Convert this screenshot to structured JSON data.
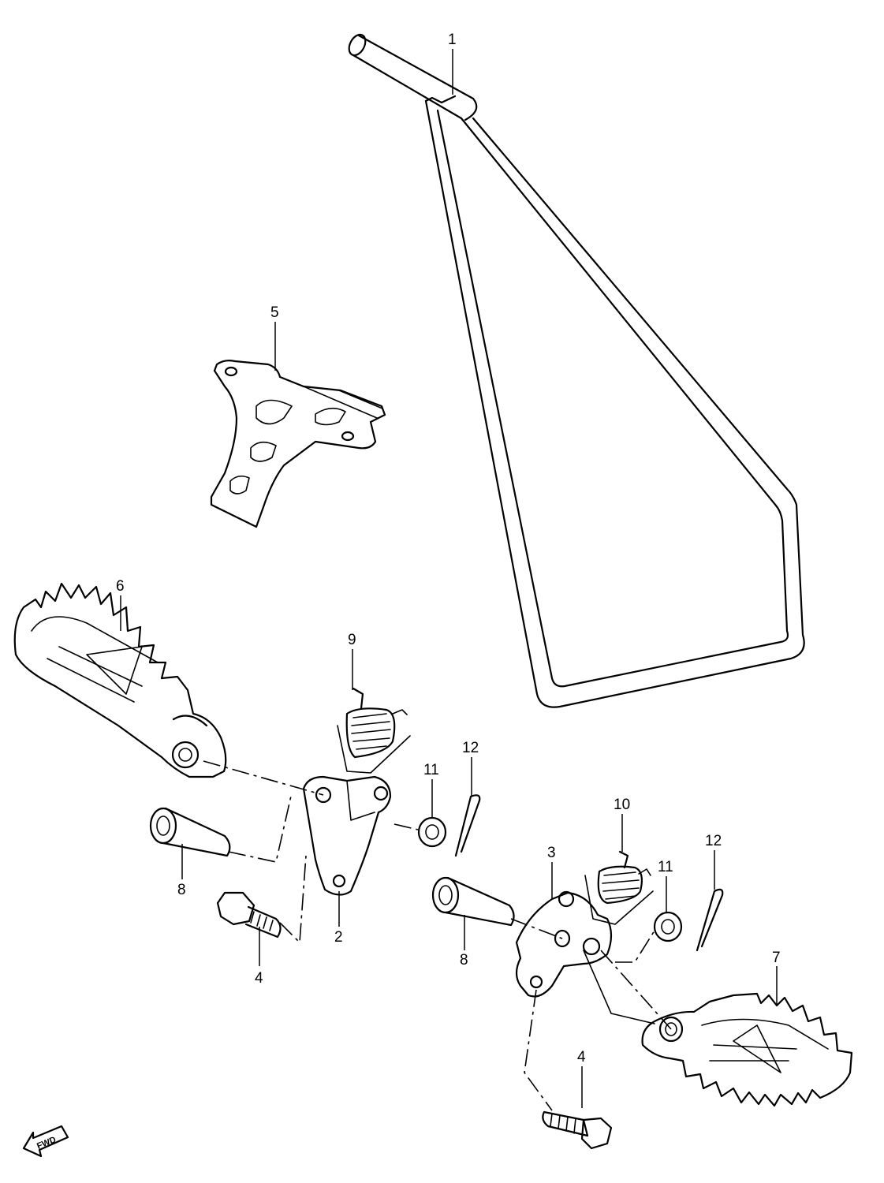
{
  "diagram": {
    "callouts": [
      {
        "id": "c1",
        "label": "1"
      },
      {
        "id": "c5",
        "label": "5"
      },
      {
        "id": "c6",
        "label": "6"
      },
      {
        "id": "c9",
        "label": "9"
      },
      {
        "id": "c12a",
        "label": "12"
      },
      {
        "id": "c11a",
        "label": "11"
      },
      {
        "id": "c10",
        "label": "10"
      },
      {
        "id": "c3",
        "label": "3"
      },
      {
        "id": "c12b",
        "label": "12"
      },
      {
        "id": "c11b",
        "label": "11"
      },
      {
        "id": "c8a",
        "label": "8"
      },
      {
        "id": "c2",
        "label": "2"
      },
      {
        "id": "c4a",
        "label": "4"
      },
      {
        "id": "c8b",
        "label": "8"
      },
      {
        "id": "c7",
        "label": "7"
      },
      {
        "id": "c4b",
        "label": "4"
      }
    ],
    "direction_marker": {
      "label": "FWD",
      "icon": "forward-arrow-icon"
    }
  }
}
